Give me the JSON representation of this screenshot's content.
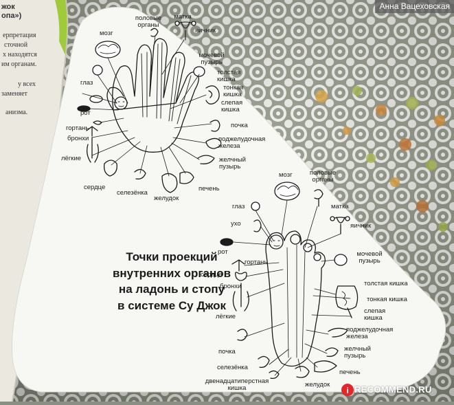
{
  "watermark": "Анна Вацеховская",
  "brand": "RECOMMEND.RU",
  "brand_mark": "i",
  "title": "Точки проекций\nвнутренних органов\nна ладонь и стопу\nв системе Су Джок",
  "book_heading": [
    "жок",
    "опа»)"
  ],
  "book_text": [
    "ерпретация",
    "сточной",
    "х находятся",
    "им органам.",
    "у всех",
    "заменяет",
    "анизма."
  ],
  "hand_labels": {
    "mozg": "мозг",
    "polovye_organy": "половые\nорганы",
    "matka": "матка",
    "yaichnik": "яичник",
    "mochevoy_puzyr": "мочевой\nпузырь",
    "tolstaya_kishka": "толстая\nкишка",
    "tonkaya_kishka": "тонкая\nкишка",
    "slepaya_kishka": "слепая\nкишка",
    "pochka": "почка",
    "podzheludochnaya": "поджелудочная\nжелеза",
    "zhelchny_puzyr": "желчный\nпузырь",
    "pechen": "печень",
    "zheludok": "желудок",
    "selezenka": "селезёнка",
    "serdce": "сердце",
    "legkie": "лёгкие",
    "bronhi": "бронхи",
    "gortan": "гортань",
    "rot": "рот",
    "glaz": "глаз"
  },
  "foot_labels": {
    "mozg": "мозг",
    "polovye_organy": "половые\nорганы",
    "glaz": "глаз",
    "matka": "матка",
    "yaichnik": "яичник",
    "uho": "ухо",
    "rot": "рот",
    "mochevoy_puzyr": "мочевой\nпузырь",
    "gortan": "гортань",
    "serdce": "сердце",
    "tolstaya_kishka": "толстая кишка",
    "bronhi": "бронхи",
    "tonkaya_kishka": "тонкая кишка",
    "slepaya_kishka": "слепая\nкишка",
    "legkie": "лёгкие",
    "podzheludochnaya": "поджелудочная\nжелеза",
    "pochka": "почка",
    "zhelchny_puzyr": "желчный\nпузырь",
    "selezenka": "селезёнка",
    "pechen": "печень",
    "dvenadcatiperstnaya": "двенадцатиперстная\nкишка",
    "zheludok": "желудок"
  },
  "colors": {
    "card": "#f7f7f4",
    "lace": "#e9e9e6",
    "ink": "#1b1b1b",
    "book_page": "#ebe8e0",
    "book_green": "#9fcb3a",
    "watermark_bg": "#5f5f5f",
    "brand_red": "#e3262b"
  }
}
